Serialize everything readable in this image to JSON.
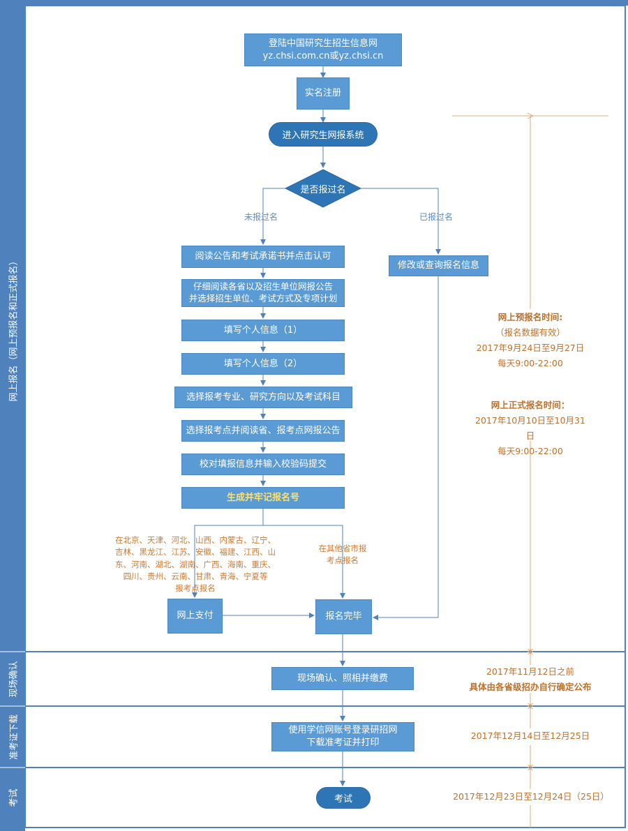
{
  "lanes": [
    {
      "id": "online",
      "label": "网上报名（网上预报名和正式报名）"
    },
    {
      "id": "confirm",
      "label": "现场确认"
    },
    {
      "id": "admit",
      "label": "准考证下载"
    },
    {
      "id": "exam",
      "label": "考试"
    }
  ],
  "nodes": {
    "login_line1": "登陆中国研究生招生信息网",
    "login_line2": "yz.chsi.com.cn或yz.chsi.cn",
    "register": "实名注册",
    "enter_system": "进入研究生网报系统",
    "decision": "是否报过名",
    "branch_no": "未报过名",
    "branch_yes": "已报过名",
    "read_notice": "阅读公告和考试承诺书并点击认可",
    "read_detail_line1": "仔细阅读各省以及招生单位网报公告",
    "read_detail_line2": "并选择招生单位、考试方式及专项计划",
    "fill_info_1": "填写个人信息（1）",
    "fill_info_2": "填写个人信息（2）",
    "choose_major": "选择报考专业、研究方向以及考试科目",
    "choose_site": "选择报考点并阅读省、报考点网报公告",
    "verify_submit": "校对填报信息并输入校验码提交",
    "generate_no": "生成并牢记报名号",
    "modify_query": "修改或查询报名信息",
    "pay_online": "网上支付",
    "reg_done": "报名完毕",
    "onsite_confirm": "现场确认、照相并缴费",
    "download_line1": "使用学信网账号登录研招网",
    "download_line2": "下载准考证并打印",
    "exam": "考试"
  },
  "notes": {
    "provinces_pay": [
      "在北京、天津、河北、山西、内蒙古、辽宁、",
      "吉林、黑龙江、江苏、安徽、福建、江西、山",
      "东、河南、湖北、湖南、广西、海南、重庆、",
      "四川、贵州、云南、甘肃、青海、宁夏等",
      "报考点报名"
    ],
    "other_provinces": [
      "在其他省市报",
      "考点报名"
    ]
  },
  "times": {
    "pre_title": "网上预报名时间:",
    "pre_note": "（报名数据有效）",
    "pre_dates": "2017年9月24日至9月27日",
    "pre_daily": "每天9:00-22:00",
    "formal_title": "网上正式报名时间：",
    "formal_dates": "2017年10月10日至10月31日",
    "formal_daily": "每天9:00-22:00",
    "confirm_before": "2017年11月12日之前",
    "confirm_detail": "具体由各省级招办自行确定公布",
    "download_dates": "2017年12月14日至12月25日",
    "exam_dates": "2017年12月23日至12月24日（25日）"
  },
  "colors": {
    "lane_bar": "#4f81bd",
    "box_fill": "#5b9bd5",
    "pill_fill": "#2e75b6",
    "timeline": "#e2a878",
    "note_text": "#d07a2e",
    "highlight_text": "#ffe066"
  }
}
